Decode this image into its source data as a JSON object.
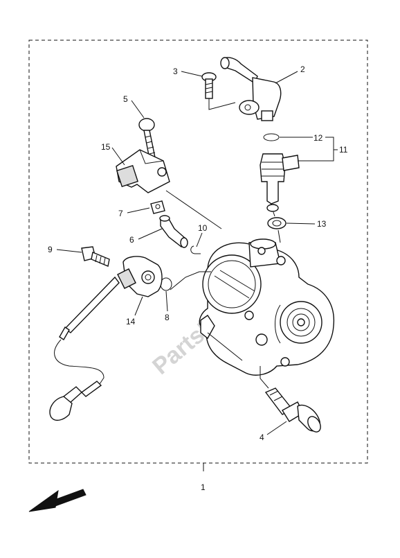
{
  "watermark": "PartsRepublik",
  "callouts": {
    "c1": "1",
    "c2": "2",
    "c3": "3",
    "c4": "4",
    "c5": "5",
    "c6": "6",
    "c7": "7",
    "c8": "8",
    "c9": "9",
    "c10": "10",
    "c11": "11",
    "c12": "12",
    "c13": "13",
    "c14": "14",
    "c15": "15"
  },
  "icons": {
    "direction": "front-direction-arrow-icon"
  }
}
